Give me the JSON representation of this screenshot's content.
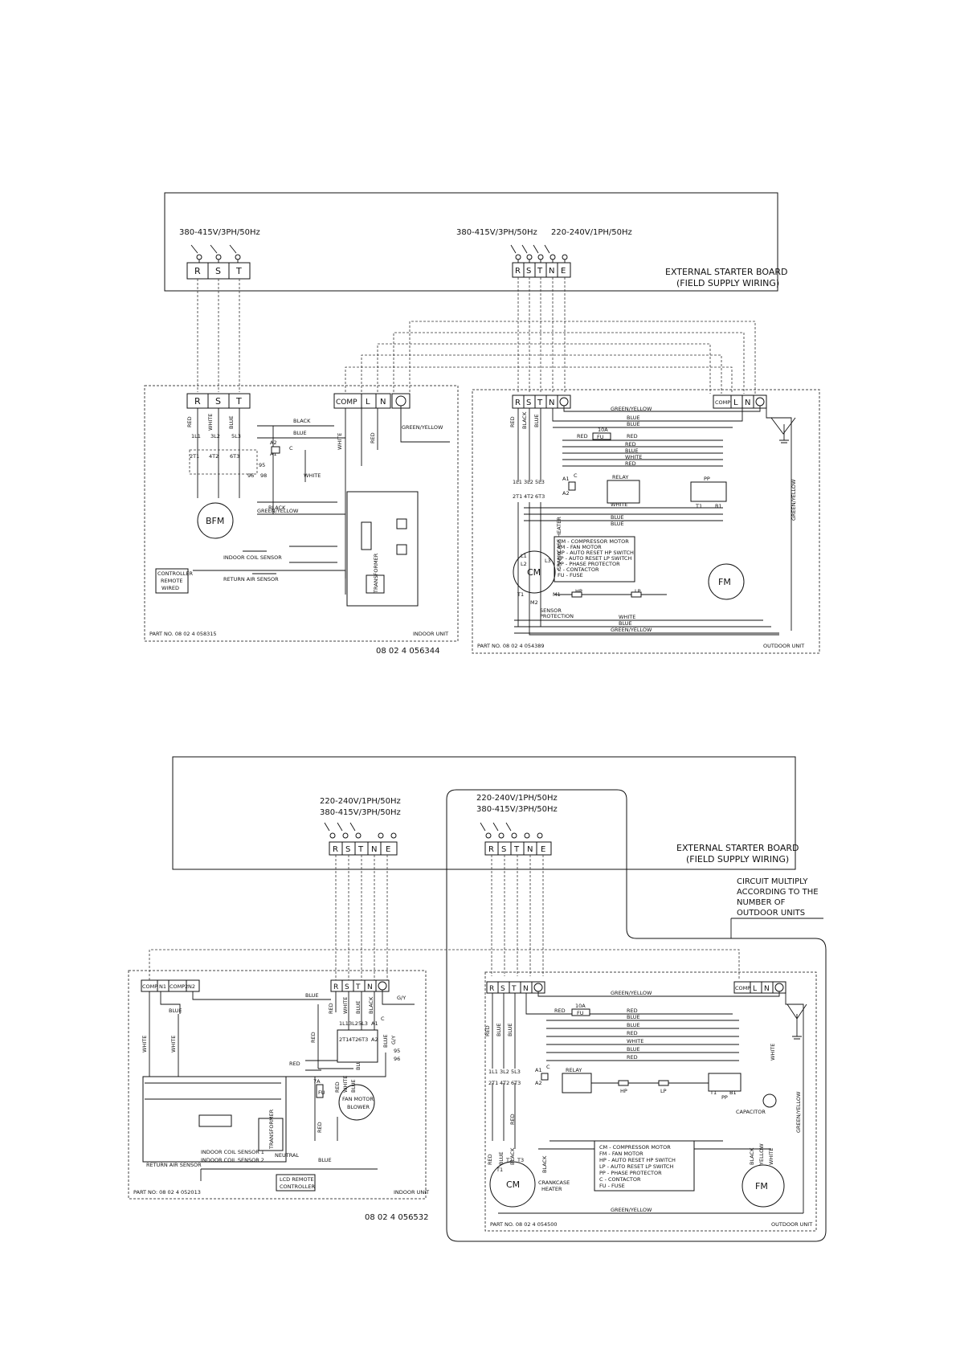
{
  "top": {
    "ext_board": {
      "title": "EXTERNAL STARTER BOARD",
      "sub": "(FIELD SUPPLY WIRING)"
    },
    "supply_left": "380-415V/3PH/50Hz",
    "supply_right_3ph": "380-415V/3PH/50Hz",
    "supply_right_1ph": "220-240V/1PH/50Hz",
    "term_left": [
      "R",
      "S",
      "T"
    ],
    "term_right": [
      "R",
      "S",
      "T",
      "N",
      "E"
    ],
    "indoor": {
      "terms": [
        "R",
        "S",
        "T"
      ],
      "terms2": [
        "COMP",
        "L",
        "N"
      ],
      "wires": [
        "RED",
        "WHITE",
        "BLUE",
        "BLACK",
        "BLUE",
        "WHITE",
        "WHITE",
        "RED",
        "BLACK",
        "GREEN/YELLOW",
        "GREEN/YELLOW"
      ],
      "contacts": [
        "1L1",
        "3L2",
        "5L3",
        "2T1",
        "4T2",
        "6T3",
        "A2",
        "A1",
        "C",
        "95",
        "96",
        "98"
      ],
      "motor": "BFM",
      "coil_sensor": "INDOOR COIL SENSOR",
      "return_sensor": "RETURN AIR SENSOR",
      "controller": [
        "CONTROLLER",
        "REMOTE",
        "WIRED"
      ],
      "transformer": "TRANSFORMER",
      "part_no": "PART NO. 08 02 4 058315",
      "unit": "INDOOR UNIT"
    },
    "drawing_no": "08 02 4 056344",
    "outdoor": {
      "terms": [
        "R",
        "S",
        "T",
        "N"
      ],
      "terms2": [
        "COMP",
        "L",
        "N"
      ],
      "wires": [
        "GREEN/YELLOW",
        "BLUE",
        "BLUE",
        "RED",
        "RED",
        "BLACK",
        "BLUE",
        "RED",
        "RED",
        "BLUE",
        "WHITE",
        "RED",
        "BLUE",
        "WHITE",
        "BLUE",
        "GREEN/YELLOW",
        "BLACK",
        "BLUE",
        "BLACK",
        "BLUE",
        "BLUE",
        "BLACK",
        "BLACK",
        "BLUE",
        "RED",
        "BLACK",
        "BLACK",
        "RED",
        "RED",
        "GREEN/YELLOW"
      ],
      "fuse": "10A",
      "fuse_label": "FU",
      "relay": "RELAY",
      "pp": "PP",
      "hp": "HP",
      "lp": "LP",
      "contacts": [
        "1L1",
        "3L2",
        "5L3",
        "2T1",
        "4T2",
        "6T3",
        "A1",
        "A2",
        "C",
        "T1",
        "B1"
      ],
      "motor_cm": "CM",
      "motor_fm": "FM",
      "motor_term": [
        "L1",
        "L2",
        "L3",
        "T1",
        "M1",
        "M2"
      ],
      "crankcase": "CRANKCASE HEATER",
      "sensor": [
        "SENSOR",
        "PROTECTION"
      ],
      "legend": [
        "CM - COMPRESSOR MOTOR",
        "FM - FAN MOTOR",
        "HP - AUTO RESET HP SWITCH",
        "LP - AUTO RESET LP SWITCH",
        "PP - PHASE PROTECTOR",
        "C  - CONTACTOR",
        "FU - FUSE"
      ],
      "part_no": "PART NO. 08 02 4 054389",
      "unit": "OUTDOOR UNIT"
    }
  },
  "bottom": {
    "ext_board": {
      "title": "EXTERNAL STARTER BOARD",
      "sub": "(FIELD SUPPLY WIRING)"
    },
    "supply_a1": "220-240V/1PH/50Hz",
    "supply_a2": "380-415V/3PH/50Hz",
    "supply_b1": "220-240V/1PH/50Hz",
    "supply_b2": "380-415V/3PH/50Hz",
    "term_a": [
      "R",
      "S",
      "T",
      "N",
      "E"
    ],
    "term_b": [
      "R",
      "S",
      "T",
      "N",
      "E"
    ],
    "note": [
      "CIRCUIT MULTIPLY",
      "ACCORDING TO THE",
      "NUMBER OF",
      "OUTDOOR UNITS"
    ],
    "indoor": {
      "terms": [
        "COMP",
        "N1",
        "COMP2",
        "N2"
      ],
      "terms2": [
        "R",
        "S",
        "T",
        "N"
      ],
      "wires": [
        "BLUE",
        "BLUE",
        "WHITE",
        "WHITE",
        "RED",
        "WHITE",
        "BLUE",
        "RED",
        "BLACK",
        "BLUE",
        "G/Y",
        "RED",
        "RED",
        "BLUE",
        "WHITE",
        "BLUE",
        "RED",
        "BLUE",
        "G/Y"
      ],
      "contacts": [
        "1L1",
        "3L2",
        "5L3",
        "2T1",
        "4T2",
        "6T3",
        "A1",
        "A2",
        "C",
        "95",
        "96"
      ],
      "fuse": "7A",
      "fuse_label": "FU",
      "motor": [
        "FAN MOTOR",
        "BLOWER"
      ],
      "transformer": "TRANSFORMER",
      "neutral": "NEUTRAL",
      "return_sensor": "RETURN AIR SENSOR",
      "coil1": "INDOOR COIL SENSOR 1",
      "coil2": "INDOOR COIL SENSOR 2",
      "lcd": [
        "LCD REMOTE",
        "CONTROLLER"
      ],
      "part_no": "PART NO: 08 02 4 052013",
      "unit": "INDOOR UNIT"
    },
    "drawing_no": "08 02 4 056532",
    "outdoor": {
      "terms": [
        "R",
        "S",
        "T",
        "N"
      ],
      "terms2": [
        "COMP",
        "L",
        "N"
      ],
      "wires": [
        "GREEN/YELLOW",
        "RED",
        "RED",
        "BLUE",
        "BLUE",
        "RED",
        "WHITE",
        "BLUE",
        "RED",
        "RED",
        "BLUE",
        "BLUE",
        "BLACK",
        "BLUE",
        "BLACK",
        "BLUE",
        "BLACK",
        "BLACK",
        "BLUE",
        "BLUE",
        "RED",
        "BLACK",
        "RED",
        "BLUE",
        "WHITE",
        "GREEN/YELLOW",
        "BLACK",
        "YELLOW",
        "WHITE",
        "GREEN/YELLOW"
      ],
      "fuse": "10A",
      "fuse_label": "FU",
      "relay": "RELAY",
      "pp": "PP",
      "hp": "HP",
      "lp": "LP",
      "capacitor": "CAPACITOR",
      "contacts": [
        "1L1",
        "3L2",
        "5L3",
        "2T1",
        "4T2",
        "6T3",
        "A1",
        "A2",
        "C",
        "T1",
        "B1"
      ],
      "motor_cm": "CM",
      "motor_fm": "FM",
      "motor_term": [
        "T1",
        "T2",
        "T3"
      ],
      "crankcase": [
        "CRANKCASE",
        "HEATER"
      ],
      "legend": [
        "CM  -  COMPRESSOR MOTOR",
        "FM  -  FAN MOTOR",
        "HP  -  AUTO RESET HP SWITCH",
        "LP  -  AUTO RESET LP SWITCH",
        "PP  -  PHASE PROTECTOR",
        "C  -  CONTACTOR",
        "FU  -  FUSE"
      ],
      "part_no": "PART NO. 08 02 4 054500",
      "unit": "OUTDOOR UNIT"
    }
  }
}
